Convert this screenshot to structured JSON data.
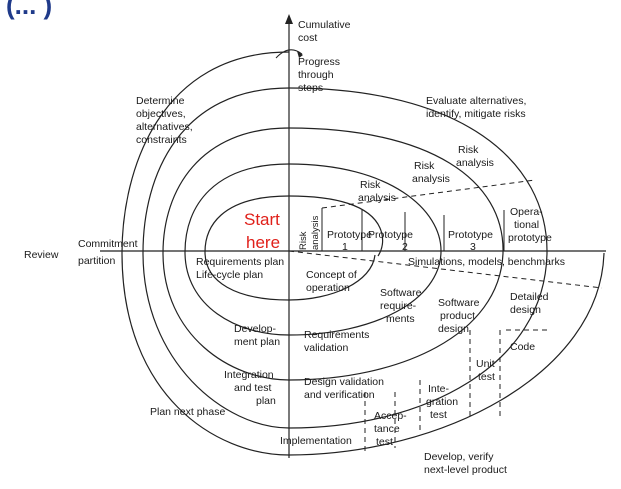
{
  "header_fragment": "(... )",
  "axes": {
    "y_top": [
      "Cumulative",
      "cost"
    ],
    "progress": [
      "Progress",
      "through",
      "steps"
    ],
    "review": "Review"
  },
  "quadrants": {
    "top_left": [
      "Determine",
      "objectives,",
      "alternatives,",
      "constraints"
    ],
    "top_right": [
      "Evaluate alternatives,",
      "identify, mitigate risks"
    ],
    "bottom_left": "Plan next phase",
    "bottom_right": [
      "Develop, verify",
      "next-level product"
    ]
  },
  "commitment": [
    "Commitment",
    "partition"
  ],
  "start": [
    "Start",
    "here"
  ],
  "risk_analysis_vertical": [
    "Risk",
    "analysis"
  ],
  "risk_analysis": [
    [
      "Risk",
      "analysis"
    ],
    [
      "Risk",
      "analysis"
    ],
    [
      "Risk",
      "analysis"
    ]
  ],
  "prototypes": [
    [
      "Prototype",
      "1"
    ],
    [
      "Prototype",
      "2"
    ],
    [
      "Prototype",
      "3"
    ],
    [
      "Opera-",
      "tional",
      "prototype"
    ]
  ],
  "simulations": "Simulations, models, benchmarks",
  "plans": {
    "requirements": [
      "Requirements plan",
      "Life-cycle plan"
    ],
    "development": [
      "Develop-",
      "ment plan"
    ],
    "integration": [
      "Integration",
      "and test",
      "plan"
    ]
  },
  "activities": {
    "concept": [
      "Concept of",
      "operation"
    ],
    "software_requirements": [
      "Software",
      "require-",
      "ments"
    ],
    "software_product_design": [
      "Software",
      "product",
      "design"
    ],
    "detailed_design": [
      "Detailed",
      "design"
    ],
    "requirements_validation": [
      "Requirements",
      "validation"
    ],
    "design_validation": [
      "Design validation",
      "and verification"
    ],
    "code": "Code",
    "unit_test": [
      "Unit",
      "test"
    ],
    "integration_test": [
      "Inte-",
      "gration",
      "test"
    ],
    "acceptance_test": [
      "Accep-",
      "tance",
      "test"
    ],
    "implementation": "Implementation"
  },
  "colors": {
    "start_text": "#e0201a",
    "line": "#222222",
    "header_fragment": "#1f3a8a"
  }
}
